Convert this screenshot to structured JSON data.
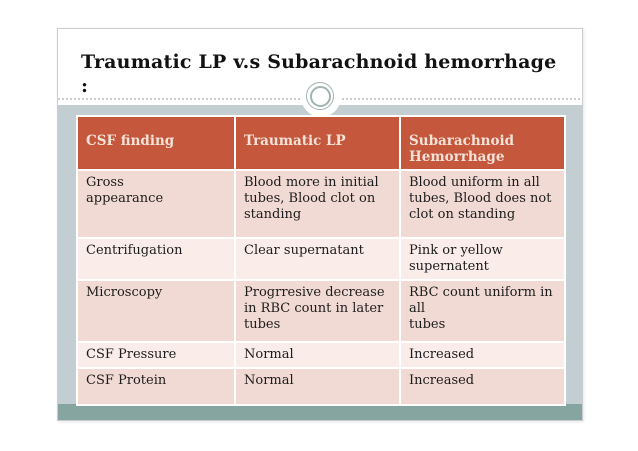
{
  "slide": {
    "title": "Traumatic LP v.s Subarachnoid hemorrhage :",
    "colors": {
      "header_bg": "#c4573c",
      "header_text": "#f3e2d8",
      "row_odd_bg": "#f1dad3",
      "row_even_bg": "#faece8",
      "band_bg": "#c3ced2",
      "footer_bar_bg": "#86a5a1",
      "title_text": "#121212",
      "cell_text": "#1c1c1c",
      "ornament_ring": "#9fb4b1"
    },
    "table": {
      "headers": [
        "CSF finding",
        "Traumatic LP",
        "Subarachnoid\nHemorrhage"
      ],
      "rows": [
        [
          "Gross\nappearance",
          "Blood more in initial\ntubes, Blood clot on\nstanding",
          "Blood uniform in all\ntubes, Blood does not\nclot on standing"
        ],
        [
          "Centrifugation",
          "Clear supernatant",
          "Pink or yellow\nsupernatent"
        ],
        [
          "Microscopy",
          "Progrresive decrease\nin RBC count in later\ntubes",
          "RBC count uniform in all\ntubes"
        ],
        [
          "CSF Pressure",
          "Normal",
          "Increased"
        ],
        [
          "CSF Protein",
          "Normal",
          "Increased"
        ]
      ]
    }
  }
}
